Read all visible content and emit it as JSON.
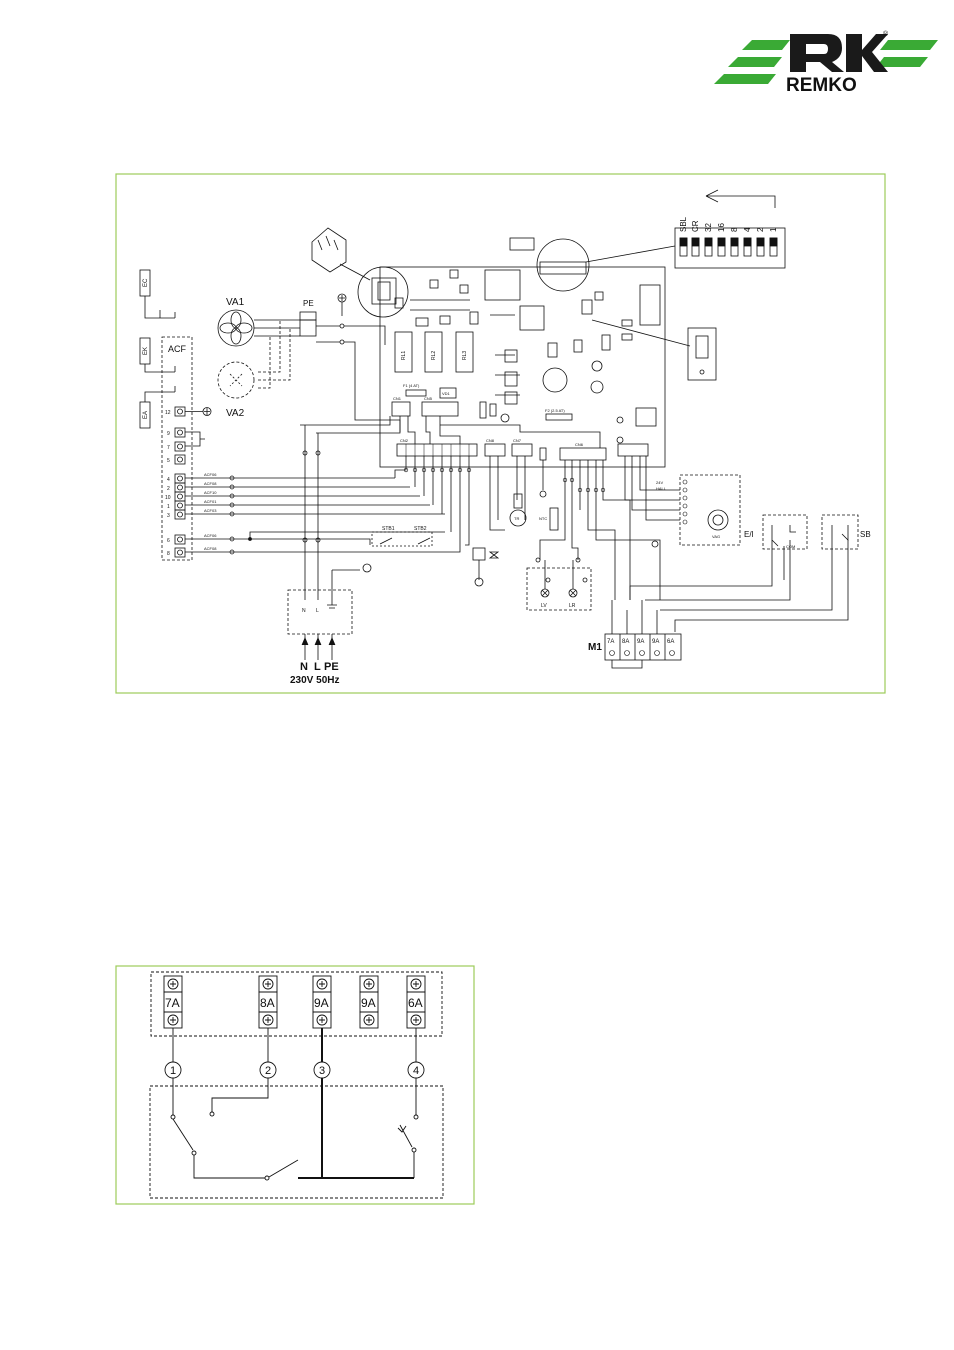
{
  "logo": {
    "brand": "REMKO",
    "registered": "®",
    "green": "#3aaa35",
    "dark": "#1a1a1a"
  },
  "colors": {
    "frame": "#9ccc5a",
    "line": "#111111"
  },
  "diagram1": {
    "labels": {
      "va1": "VA1",
      "va2": "VA2",
      "pe_top": "PE",
      "acf": "ACF",
      "ec": "EC",
      "ek": "EK",
      "ea": "EA",
      "n": "N",
      "l": "L",
      "pe": "PE",
      "supply": "230V 50Hz",
      "m1": "M1",
      "ntc": "NTC",
      "tr": "TR",
      "vag": "VAG",
      "lv": "LV",
      "lr": "LR",
      "sb": "SB",
      "eo": "E/I",
      "stb1": "STB1",
      "stb2": "STB2",
      "rl1": "RL1",
      "rl2": "RL2",
      "rl3": "RL3",
      "vd1": "VD1",
      "cn1": "CN1",
      "cn2": "CN2",
      "cn5": "CN5",
      "cn6": "CN6",
      "cn7": "CN7",
      "cn8": "CN8",
      "f1": "F1 (4 AT)",
      "f2": "F2 (2.5 AT)",
      "hall": "HALL",
      "v24": "24V",
      "com": "COM"
    },
    "terminals_left": [
      "12",
      "9",
      "7",
      "5",
      "4",
      "2",
      "10",
      "1",
      "3",
      "6",
      "8"
    ],
    "acf_wires": [
      "ACF06",
      "ACF08",
      "ACF10",
      "ACF01",
      "ACF03",
      "ACF06",
      "ACF08"
    ],
    "dip_labels": [
      "SBL",
      "CR",
      "32",
      "16",
      "8",
      "4",
      "2",
      "1"
    ],
    "m1_terminals": [
      "7A",
      "8A",
      "9A",
      "9A",
      "6A"
    ]
  },
  "diagram2": {
    "terminals": [
      "7A",
      "8A",
      "9A",
      "9A",
      "6A"
    ],
    "nodes": [
      "1",
      "2",
      "3",
      "4"
    ]
  }
}
